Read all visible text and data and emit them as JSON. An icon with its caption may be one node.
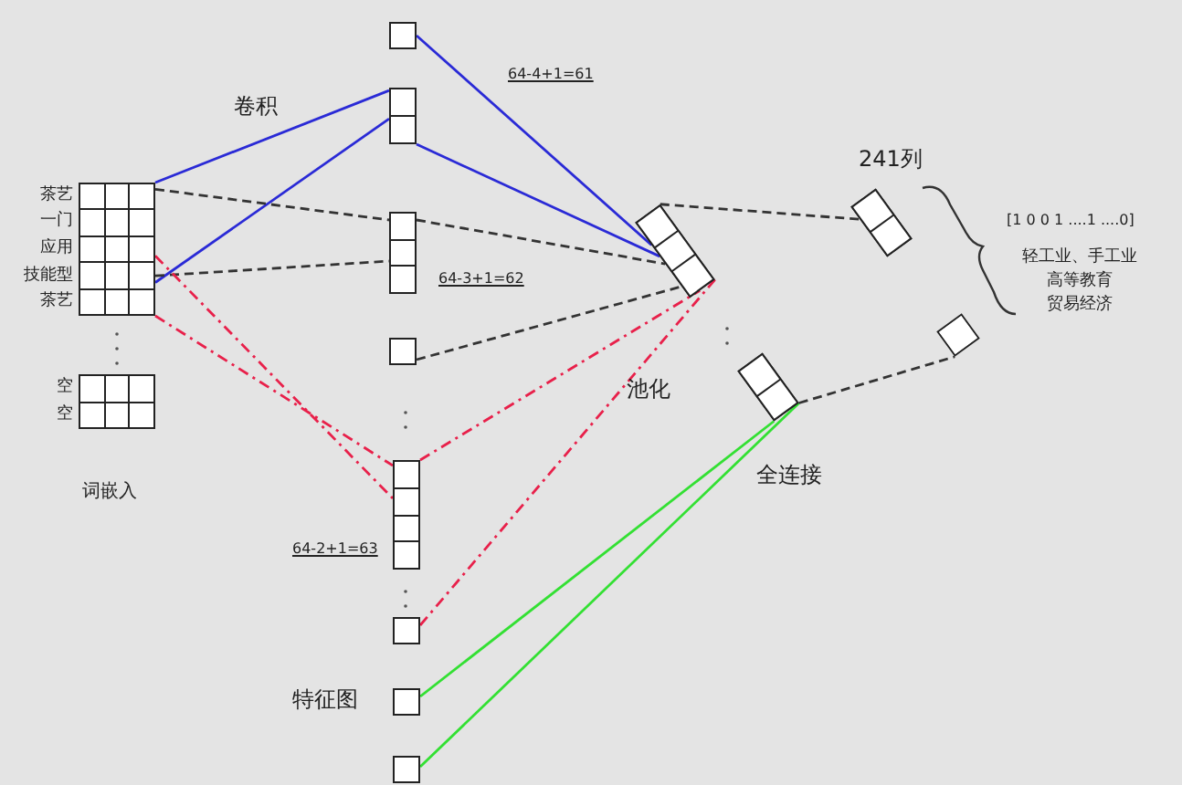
{
  "diagram": {
    "nodes": [
      {
        "text": [],
        "shape": "box",
        "beside": [
          "茶艺",
          "一门",
          "应用",
          "技能型",
          "茶艺"
        ]
      },
      {
        "text": [],
        "shape": "box",
        "beside": [
          "空",
          "空"
        ]
      },
      {
        "text": [],
        "shape": "box"
      },
      {
        "text": [],
        "shape": "box"
      },
      {
        "text": [],
        "shape": "box"
      },
      {
        "text": [],
        "shape": "box"
      },
      {
        "text": [],
        "shape": "box"
      },
      {
        "text": [],
        "shape": "box"
      },
      {
        "text": [],
        "shape": "box"
      },
      {
        "text": [],
        "shape": "box"
      },
      {
        "text": [],
        "shape": "box"
      },
      {
        "text": [],
        "shape": "box"
      },
      {
        "text": [],
        "shape": "box",
        "beside": [
          "241列"
        ]
      },
      {
        "text": [],
        "shape": "box"
      }
    ],
    "edges": [
      {
        "from": 0,
        "to": 3,
        "arrow": "none",
        "color": "#2a2ad6"
      },
      {
        "from": 0,
        "to": 3,
        "arrow": "none",
        "color": "#2a2ad6"
      },
      {
        "from": 2,
        "to": 10,
        "arrow": "none",
        "color": "#2a2ad6"
      },
      {
        "from": 3,
        "to": 10,
        "arrow": "none",
        "color": "#2a2ad6"
      },
      {
        "from": 0,
        "to": 4,
        "arrow": "none",
        "style": "dashed"
      },
      {
        "from": 0,
        "to": 4,
        "arrow": "none",
        "style": "dashed"
      },
      {
        "from": 4,
        "to": 10,
        "arrow": "none",
        "style": "dashed"
      },
      {
        "from": 5,
        "to": 10,
        "arrow": "none",
        "style": "dashed"
      },
      {
        "from": 0,
        "to": 6,
        "arrow": "none",
        "style": "dashed",
        "color": "#e8204a"
      },
      {
        "from": 0,
        "to": 6,
        "arrow": "none",
        "style": "dashed",
        "color": "#e8204a"
      },
      {
        "from": 6,
        "to": 10,
        "arrow": "none",
        "style": "dashed",
        "color": "#e8204a"
      },
      {
        "from": 7,
        "to": 10,
        "arrow": "none",
        "style": "dashed",
        "color": "#e8204a"
      },
      {
        "from": 8,
        "to": 11,
        "arrow": "none",
        "color": "#33e033"
      },
      {
        "from": 9,
        "to": 11,
        "arrow": "none",
        "color": "#33e033"
      },
      {
        "from": 10,
        "to": 12,
        "arrow": "none",
        "style": "dashed"
      },
      {
        "from": 11,
        "to": 13,
        "arrow": "none",
        "style": "dashed"
      }
    ],
    "labels": [
      "卷积",
      "64-4+1=61",
      "64-3+1=62",
      "[1 0 0 1 ....1 ....0]",
      "轻工业、手工业",
      "高等教育",
      "贸易经济",
      "池化",
      "词嵌入",
      "全连接",
      "64-2+1=63",
      "特征图"
    ]
  }
}
